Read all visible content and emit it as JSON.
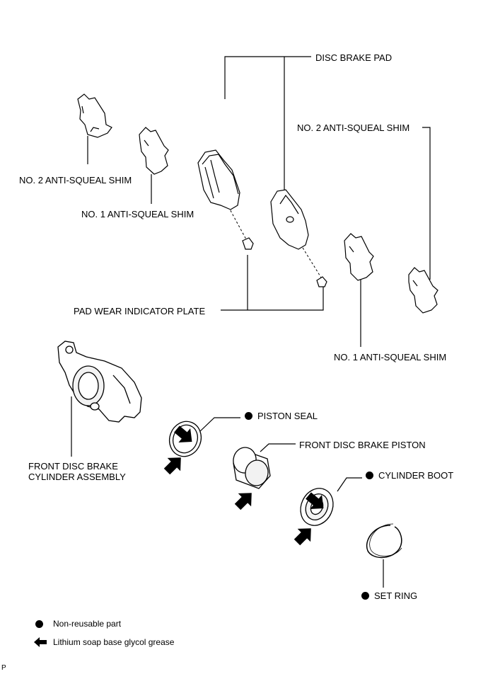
{
  "labels": {
    "disc_brake_pad": "DISC BRAKE PAD",
    "no2_shim_left": "NO. 2 ANTI-SQUEAL SHIM",
    "no1_shim_left": "NO. 1 ANTI-SQUEAL SHIM",
    "no2_shim_right": "NO. 2 ANTI-SQUEAL SHIM",
    "no1_shim_right": "NO. 1 ANTI-SQUEAL SHIM",
    "pad_wear_indicator": "PAD WEAR INDICATOR PLATE",
    "cylinder_assembly": "FRONT DISC BRAKE\nCYLINDER ASSEMBLY",
    "piston_seal": "PISTON SEAL",
    "brake_piston": "FRONT DISC BRAKE PISTON",
    "cylinder_boot": "CYLINDER BOOT",
    "set_ring": "SET RING"
  },
  "legend": {
    "non_reusable": "Non-reusable part",
    "grease": "Lithium soap base glycol grease"
  },
  "footer_code": "P",
  "colors": {
    "ink": "#000000",
    "background": "#ffffff",
    "fill_light": "#f2f2f2"
  },
  "symbols": {
    "non_reusable": "filled-circle-icon",
    "grease": "thick-arrow-icon"
  }
}
